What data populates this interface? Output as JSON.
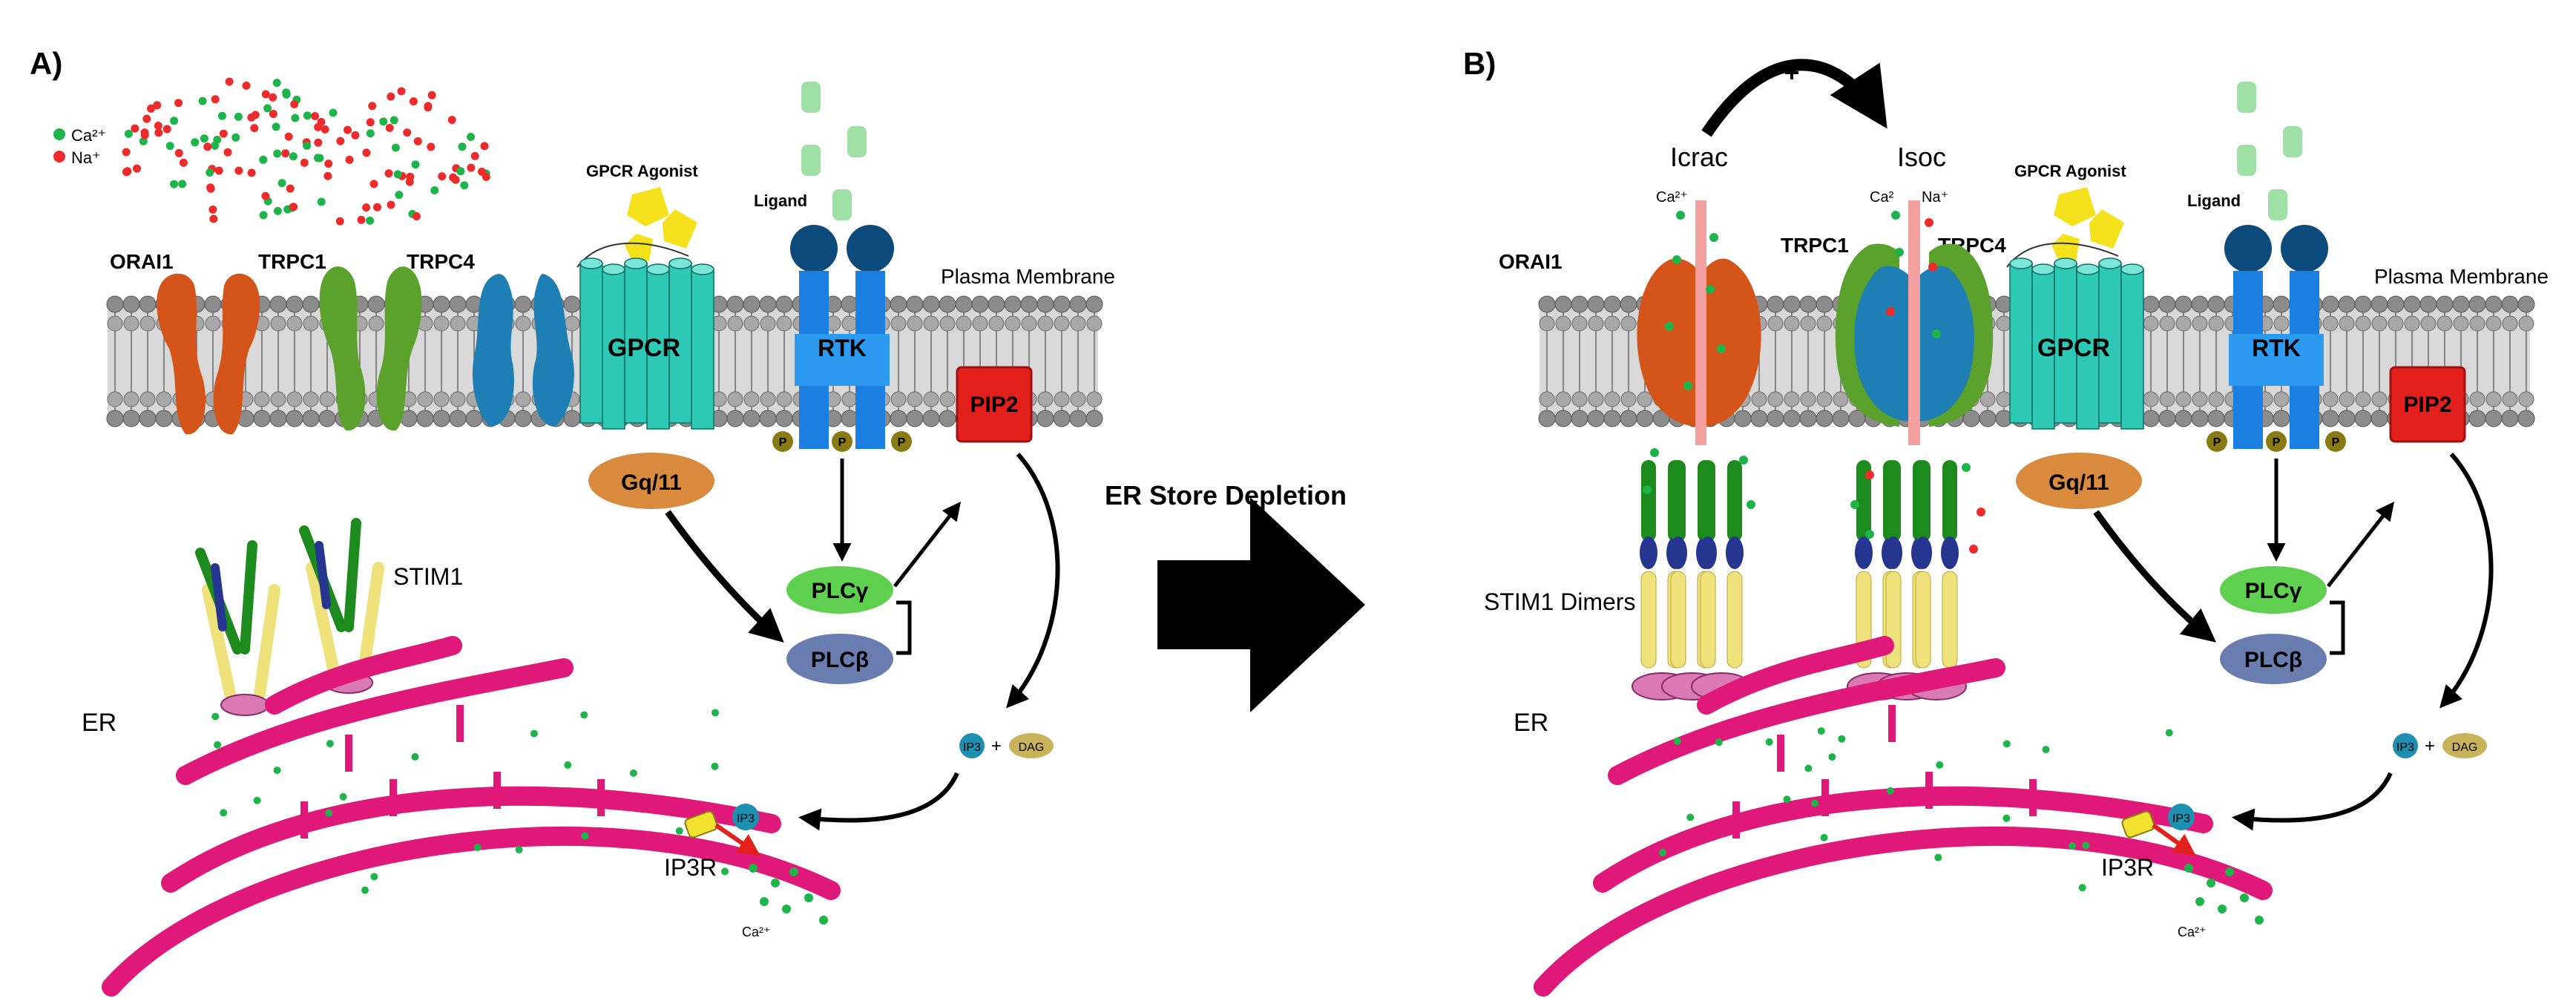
{
  "colors": {
    "ca": "#1db54a",
    "na": "#ee2b2b",
    "orai": "#d4541a",
    "trpc1": "#5aa22c",
    "trpc4": "#1d7fb4",
    "gpcr": "#2ec9b5",
    "rtk": "#1a7fe0",
    "rtk_dark": "#0b4a7a",
    "pip2": "#e3201b",
    "gq": "#d98a3c",
    "plcg": "#5ecf4f",
    "plcb": "#6a7db0",
    "er": "#e0187a",
    "stim_green": "#1d8a1d",
    "stim_blue": "#26358f",
    "stim_yellow": "#f0e27a",
    "membrane": "#8c8c8c",
    "agonist": "#f5e11c",
    "ligand": "#9ee0a5",
    "ip3": "#1d8fb0",
    "dag": "#c8b25a",
    "p_dot": "#8a7a12",
    "arrow": "#000000"
  },
  "panel_a": {
    "label": "A)",
    "legend_ca": "Ca²⁺",
    "legend_na": "Na⁺",
    "orai1": "ORAI1",
    "trpc1": "TRPC1",
    "trpc4": "TRPC4",
    "gpcr_agonist": "GPCR Agonist",
    "ligand": "Ligand",
    "plasma_membrane": "Plasma Membrane",
    "gpcr": "GPCR",
    "rtk": "RTK",
    "pip2": "PIP2",
    "gq11": "Gq/11",
    "plcg": "PLCγ",
    "plcb": "PLCβ",
    "p": "P",
    "stim1": "STIM1",
    "er": "ER",
    "ip3": "IP3",
    "plus": "+",
    "dag": "DAG",
    "ip3r": "IP3R",
    "ca_small": "Ca²⁺"
  },
  "center": {
    "er_store_depletion": "ER Store Depletion"
  },
  "panel_b": {
    "label": "B)",
    "icrac": "Icrac",
    "isoc": "Isoc",
    "plus_top": "+",
    "ca_icrac": "Ca²⁺",
    "ca_isoc": "Ca²",
    "na_isoc": "Na⁺",
    "orai1": "ORAI1",
    "trpc1": "TRPC1",
    "trpc4": "TRPC4",
    "gpcr_agonist": "GPCR Agonist",
    "ligand": "Ligand",
    "plasma_membrane": "Plasma Membrane",
    "gpcr": "GPCR",
    "rtk": "RTK",
    "pip2": "PIP2",
    "gq11": "Gq/11",
    "plcg": "PLCγ",
    "plcb": "PLCβ",
    "p": "P",
    "stim1_dimers": "STIM1 Dimers",
    "er": "ER",
    "ip3": "IP3",
    "plus": "+",
    "dag": "DAG",
    "ip3r": "IP3R",
    "ca_small": "Ca²⁺"
  }
}
